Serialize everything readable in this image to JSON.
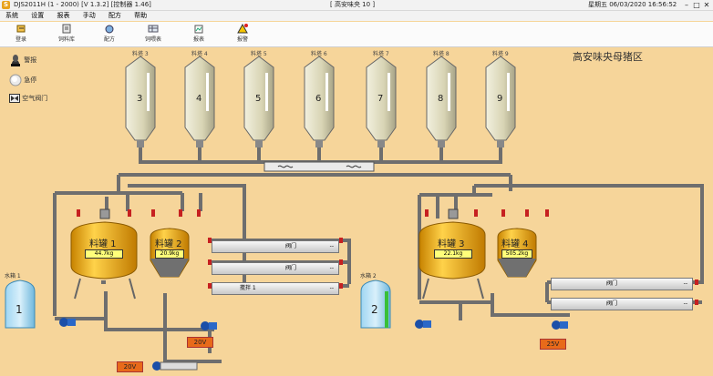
{
  "titlebar": {
    "logo": "S",
    "app_text": "DJS2011H (1 - 2000) [V 1.3.2] [控制器 1.46]",
    "center_text": "[ 高安味央 10 ]",
    "datetime": "星期五 06/03/2020 16:56:52",
    "win_min": "–",
    "win_max": "□",
    "win_close": "✕"
  },
  "menu": [
    "系统",
    "设置",
    "报表",
    "手动",
    "配方",
    "帮助"
  ],
  "toolbar": [
    {
      "label": "登录",
      "icon": "login-icon"
    },
    {
      "label": "饲料库",
      "icon": "feed-library-icon"
    },
    {
      "label": "配方",
      "icon": "recipe-icon"
    },
    {
      "label": "饲喂表",
      "icon": "feeding-table-icon"
    },
    {
      "label": "报表",
      "icon": "report-icon"
    },
    {
      "label": "报警",
      "icon": "alarm-icon"
    }
  ],
  "area_title": "高安味央母猪区",
  "legend": [
    {
      "label": "警报",
      "icon": "alarm-light-icon"
    },
    {
      "label": "急停",
      "icon": "emergency-stop-icon"
    },
    {
      "label": "空气阀门",
      "icon": "air-valve-icon"
    }
  ],
  "silos": [
    {
      "label": "料塔 3",
      "num": "3"
    },
    {
      "label": "料塔 4",
      "num": "4"
    },
    {
      "label": "料塔 5",
      "num": "5"
    },
    {
      "label": "料塔 6",
      "num": "6"
    },
    {
      "label": "料塔 7",
      "num": "7"
    },
    {
      "label": "料塔 8",
      "num": "8"
    },
    {
      "label": "料塔 9",
      "num": "9"
    }
  ],
  "tanks": [
    {
      "name": "料罐 1",
      "weight": "44.7kg"
    },
    {
      "name": "料罐 2",
      "weight": "20.9kg"
    },
    {
      "name": "料罐 3",
      "weight": "22.1kg"
    },
    {
      "name": "料罐 4",
      "weight": "505.2kg"
    }
  ],
  "water_jugs": [
    {
      "name": "水箱 1",
      "num": "1"
    },
    {
      "name": "水箱 2",
      "num": "2"
    }
  ],
  "valves": [
    {
      "label": "阀门",
      "state": "--"
    },
    {
      "label": "阀门",
      "state": "--"
    },
    {
      "label": "搅拌 1",
      "state": "--"
    },
    {
      "label": "阀门",
      "state": "--"
    },
    {
      "label": "阀门",
      "state": "--"
    }
  ],
  "hz": [
    "20V",
    "20V",
    "25V"
  ],
  "colors": {
    "bg": "#f6d59a",
    "pipe": "#6e6e6e",
    "tank": "#e8a20c",
    "silo": "#dedbc0",
    "alarm": "#e86a1a"
  }
}
